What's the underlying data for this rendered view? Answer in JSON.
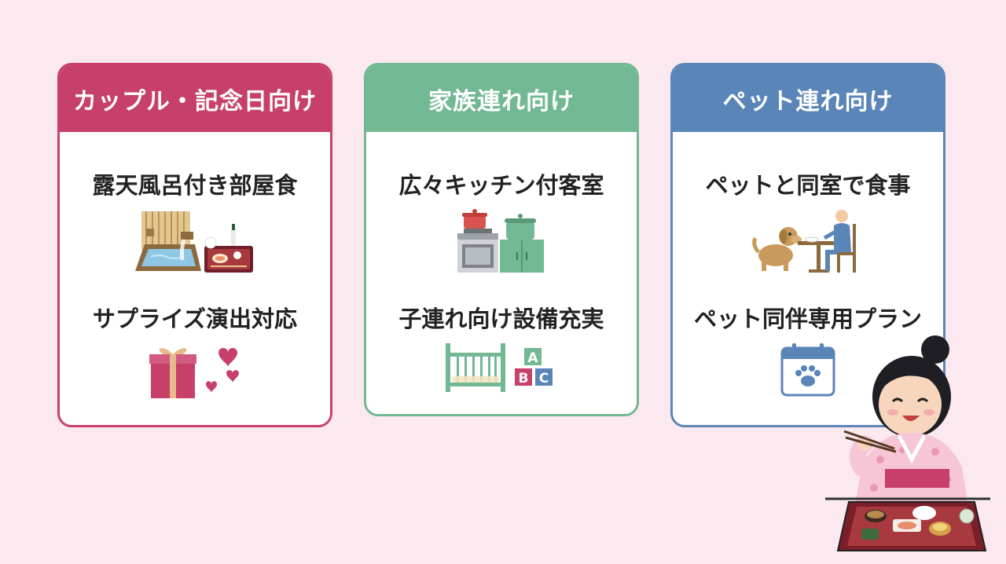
{
  "cards": [
    {
      "header": "カップル・記念日向け",
      "features": [
        {
          "title": "露天風呂付き部屋食",
          "icon": "open-air-bath-and-meal-tray-icon"
        },
        {
          "title": "サプライズ演出対応",
          "icon": "gift-with-hearts-icon"
        }
      ]
    },
    {
      "header": "家族連れ向け",
      "features": [
        {
          "title": "広々キッチン付客室",
          "icon": "kitchen-stove-and-pots-icon"
        },
        {
          "title": "子連れ向け設備充実",
          "icon": "crib-and-abc-blocks-icon"
        }
      ]
    },
    {
      "header": "ペット連れ向け",
      "features": [
        {
          "title": "ペットと同室で食事",
          "icon": "dog-and-person-dining-icon"
        },
        {
          "title": "ペット同伴専用プラン",
          "icon": "calendar-paw-icon"
        }
      ]
    }
  ],
  "blocks": [
    "A",
    "B",
    "C"
  ],
  "colors": {
    "background": "#fbe9ef",
    "couple": "#c7406a",
    "family": "#72b893",
    "pet": "#5a85b8"
  },
  "mascot_icon": "kimono-woman-eating-meal-icon"
}
